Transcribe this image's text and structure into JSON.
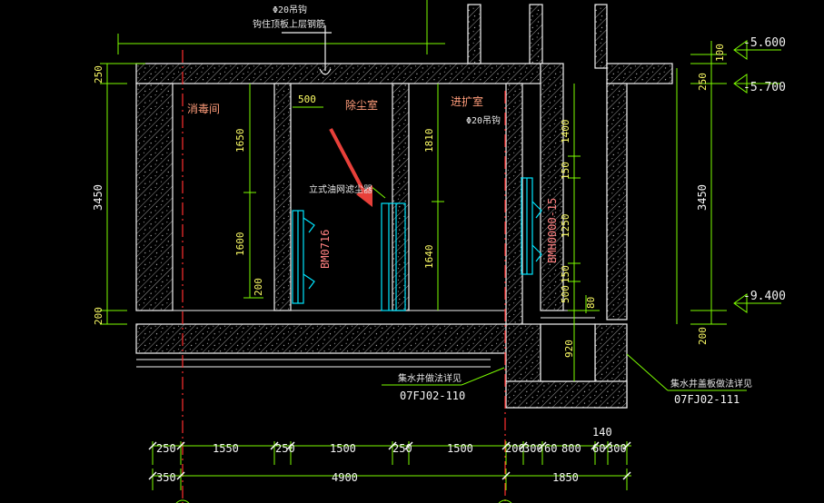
{
  "colors": {
    "background": "#000000",
    "wall": "#ffffff",
    "hatch": "#cfcfcf",
    "dimension": "#7CFC00",
    "axis": "#ff3030",
    "equipment": "#00e5ff",
    "room_text": "#ff9c7a",
    "arrow": "#e8403a"
  },
  "rooms": [
    {
      "name": "消毒间"
    },
    {
      "name": "除尘室"
    },
    {
      "name": "进扩室"
    }
  ],
  "notes": {
    "hanger_top": "Φ20吊钩",
    "hanger_top_sub": "钩住顶板上层钢筋",
    "hanger_right": "Φ20吊钩",
    "filter": "立式油网滤尘器",
    "sump_left": "集水井做法详见",
    "sump_left_ref": "07FJ02-110",
    "sump_right": "集水井盖板做法详见",
    "sump_right_ref": "07FJ02-111"
  },
  "doors": {
    "left": "BM0716",
    "right": "BMH0000-15"
  },
  "elevations": {
    "top1": "-5.600",
    "top2": "-5.700",
    "bottom": "-9.400"
  },
  "dims": {
    "left_250": "250",
    "left_3450": "3450",
    "left_200": "200",
    "room1_1650": "1650",
    "room1_1600": "1600",
    "room1_200": "200",
    "room2_500": "500",
    "room3_1810": "1810",
    "room3_1640": "1640",
    "r_1400": "1400",
    "r_150a": "150",
    "r_1250": "1250",
    "r_150b": "150",
    "r_500": "500",
    "r_80": "80",
    "r_920": "920",
    "far_100": "100",
    "far_250": "250",
    "far_3450": "3450",
    "far_200": "200",
    "bot_140": "140",
    "b_250a": "250",
    "b_1550": "1550",
    "b_250b": "250",
    "b_1500a": "1500",
    "b_250c": "250",
    "b_1500b": "1500",
    "b_200": "200",
    "b_300a": "300",
    "b_60a": "60",
    "b_800": "800",
    "b_60b": "60",
    "b_300b": "300",
    "t_350": "350",
    "t_4900": "4900",
    "t_1850": "1850"
  }
}
